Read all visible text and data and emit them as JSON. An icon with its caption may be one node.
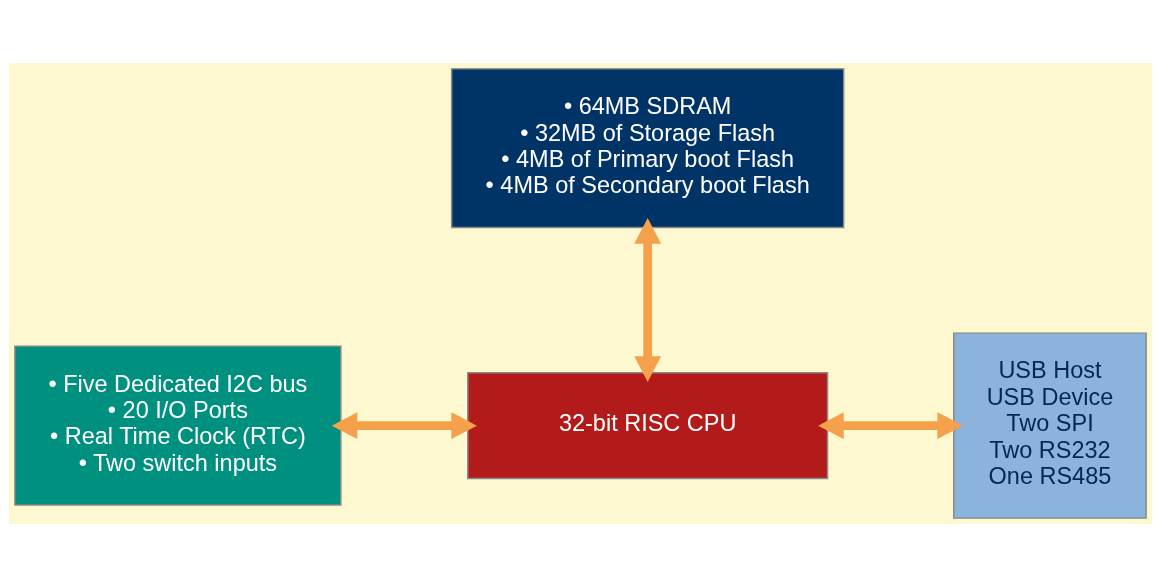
{
  "diagram": {
    "nodes": [
      {
        "text": [
          "• 64MB SDRAM",
          "• 32MB of Storage Flash",
          "• 4MB of Primary boot Flash",
          "• 4MB of Secondary boot Flash"
        ]
      },
      {
        "text": [
          "• Five Dedicated I2C bus",
          "• 20 I/O Ports",
          "• Real Time Clock (RTC)",
          "• Two switch inputs"
        ]
      },
      {
        "text": [
          "32-bit RISC CPU"
        ]
      },
      {
        "text": [
          "USB Host",
          "USB Device",
          "Two SPI",
          "Two RS232",
          "One RS485"
        ]
      }
    ],
    "edges": [
      {
        "from": 0,
        "to": 2,
        "arrow": "both"
      },
      {
        "from": 1,
        "to": 2,
        "arrow": "both"
      },
      {
        "from": 2,
        "to": 3,
        "arrow": "both"
      }
    ]
  }
}
